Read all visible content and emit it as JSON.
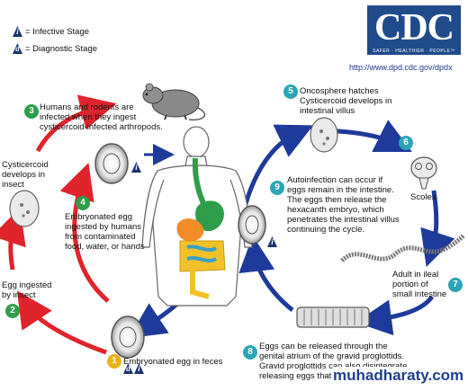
{
  "legend": {
    "infective_badge": "i",
    "infective_label": "= Infective Stage",
    "diagnostic_badge": "d",
    "diagnostic_label": "= Diagnostic Stage"
  },
  "logo": {
    "name": "CDC",
    "tagline": "SAFER · HEALTHIER · PEOPLE™"
  },
  "url": "http://www.dpd.cdc.gov/dpdx",
  "steps": {
    "s1": {
      "num": "1",
      "text": "Embryonated egg in feces"
    },
    "s2": {
      "num": "2",
      "line1": "Egg ingested",
      "line2": "by insect"
    },
    "s3": {
      "num": "3",
      "line1": "Humans and rodents are",
      "line2": "infected when they ingest",
      "line3": "cysticercoid-infected arthropods."
    },
    "s4": {
      "num": "4",
      "line1": "Embryonated egg",
      "line2": "ingested by humans",
      "line3": "from contaminated",
      "line4": "food, water, or hands"
    },
    "s5": {
      "num": "5",
      "line1": "Oncosphere hatches",
      "line2": "Cysticercoid develops in",
      "line3": "intestinal villus"
    },
    "s6": {
      "num": "6",
      "label": "Scolex"
    },
    "s7": {
      "num": "7",
      "line1": "Adult in ileal",
      "line2": "portion of",
      "line3": "small intestine"
    },
    "s8": {
      "num": "8",
      "line1": "Eggs can be released through the",
      "line2": "genital atrium of the gravid proglottids.",
      "line3": "Gravid proglottids can also disintegrate,",
      "line4": "releasing eggs that"
    },
    "s9": {
      "num": "9",
      "line1": "Autoinfection can occur if",
      "line2": "eggs remain in the intestine.",
      "line3": "The eggs then release the",
      "line4": "hexacanth embryo, which",
      "line5": "penetrates the intestinal villus",
      "line6": "continuing the cycle."
    }
  },
  "cysticercoid": {
    "line1": "Cysticercoid",
    "line2": "develops in",
    "line3": "insect"
  },
  "stage_badges": {
    "i": "i",
    "d": "d"
  },
  "watermark": "muhadharaty.com",
  "colors": {
    "red": "#e0242b",
    "blue": "#1e3a9a",
    "green": "#2e9e4a",
    "teal": "#2aa5b5",
    "yellow": "#e9b21a",
    "badge": "#1a3170"
  }
}
